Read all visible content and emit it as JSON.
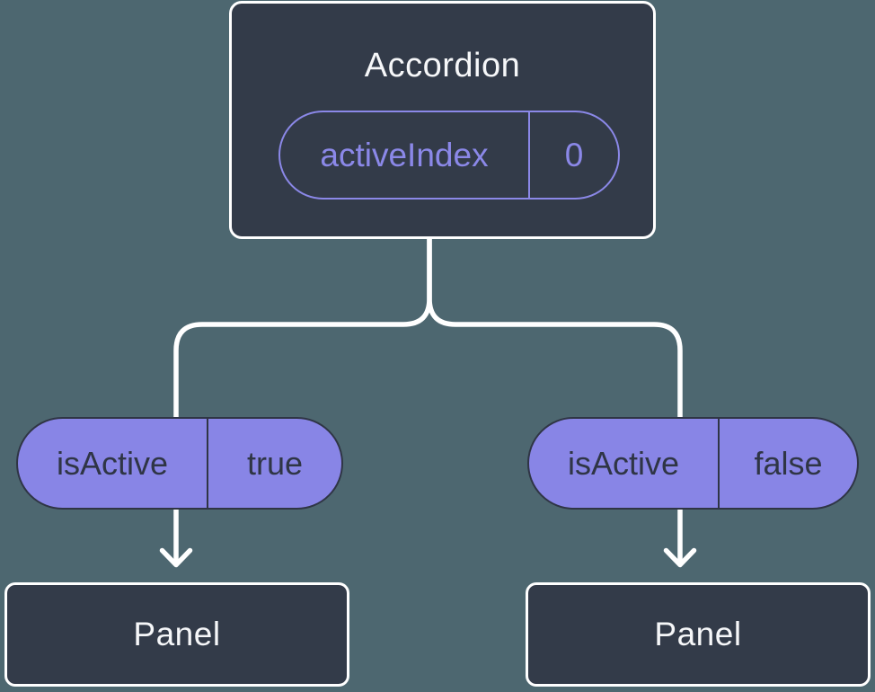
{
  "colors": {
    "background": "#4D6770",
    "node_fill": "#333B49",
    "node_border": "#FFFFFF",
    "accent_purple": "#8885E6",
    "accent_purple_light": "#8B88E8",
    "dark_text": "#2F3545",
    "light_text": "#F6F7F9",
    "connector": "#FFFFFF"
  },
  "diagram": {
    "type": "component-tree",
    "root": {
      "title": "Accordion",
      "state": {
        "name": "activeIndex",
        "value": "0"
      }
    },
    "children": [
      {
        "prop": {
          "name": "isActive",
          "value": "true"
        },
        "title": "Panel"
      },
      {
        "prop": {
          "name": "isActive",
          "value": "false"
        },
        "title": "Panel"
      }
    ]
  }
}
